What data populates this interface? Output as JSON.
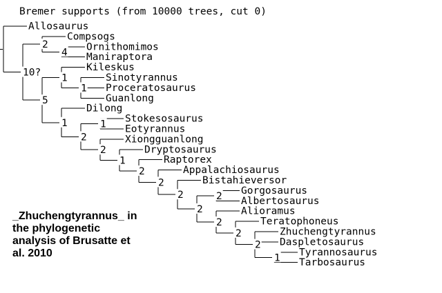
{
  "title": "Bremer supports (from 10000 trees, cut 0)",
  "caption": [
    "_Zhuchengtyrannus_ in",
    "the phylogenetic",
    "analysis of Brusatte et",
    "al. 2010"
  ],
  "tree": {
    "support": "",
    "children": [
      {
        "taxon": "Allosaurus"
      },
      {
        "support": "10?",
        "children": [
          {
            "support": "2",
            "children": [
              {
                "taxon": "Compsogs"
              },
              {
                "support": "4",
                "children": [
                  {
                    "taxon": "Ornithomimos"
                  },
                  {
                    "taxon": "Maniraptora"
                  }
                ]
              }
            ]
          },
          {
            "support": "5",
            "children": [
              {
                "support": "1",
                "children": [
                  {
                    "taxon": "Kileskus"
                  },
                  {
                    "support": "1",
                    "children": [
                      {
                        "taxon": "Sinotyrannus"
                      },
                      {
                        "taxon": "Proceratosaurus"
                      },
                      {
                        "taxon": "Guanlong"
                      }
                    ]
                  }
                ]
              },
              {
                "support": "1",
                "children": [
                  {
                    "taxon": "Dilong"
                  },
                  {
                    "support": "2",
                    "children": [
                      {
                        "support": "1",
                        "children": [
                          {
                            "taxon": "Stokesosaurus"
                          },
                          {
                            "taxon": "Eotyrannus"
                          }
                        ]
                      },
                      {
                        "support": "2",
                        "children": [
                          {
                            "taxon": "Xiongguanlong"
                          },
                          {
                            "support": "1",
                            "children": [
                              {
                                "taxon": "Dryptosaurus"
                              },
                              {
                                "support": "2",
                                "children": [
                                  {
                                    "taxon": "Raptorex"
                                  },
                                  {
                                    "support": "2",
                                    "children": [
                                      {
                                        "taxon": "Appalachiosaurus"
                                      },
                                      {
                                        "support": "2",
                                        "children": [
                                          {
                                            "taxon": "Bistahieversor"
                                          },
                                          {
                                            "support": "2",
                                            "children": [
                                              {
                                                "support": "2",
                                                "children": [
                                                  {
                                                    "taxon": "Gorgosaurus"
                                                  },
                                                  {
                                                    "taxon": "Albertosaurus"
                                                  }
                                                ]
                                              },
                                              {
                                                "support": "2",
                                                "children": [
                                                  {
                                                    "taxon": "Alioramus"
                                                  },
                                                  {
                                                    "support": "2",
                                                    "children": [
                                                      {
                                                        "taxon": "Teratophoneus"
                                                      },
                                                      {
                                                        "support": "2",
                                                        "children": [
                                                          {
                                                            "taxon": "Zhuchengtyrannus"
                                                          },
                                                          {
                                                            "taxon": "Daspletosaurus"
                                                          },
                                                          {
                                                            "support": "1",
                                                            "children": [
                                                              {
                                                                "taxon": "Tyrannosaurus"
                                                              },
                                                              {
                                                                "taxon": "Tarbosaurus"
                                                              }
                                                            ]
                                                          }
                                                        ]
                                                      }
                                                    ]
                                                  }
                                                ]
                                              }
                                            ]
                                          }
                                        ]
                                      }
                                    ]
                                  }
                                ]
                              }
                            ]
                          }
                        ]
                      }
                    ]
                  }
                ]
              }
            ]
          }
        ]
      }
    ]
  }
}
